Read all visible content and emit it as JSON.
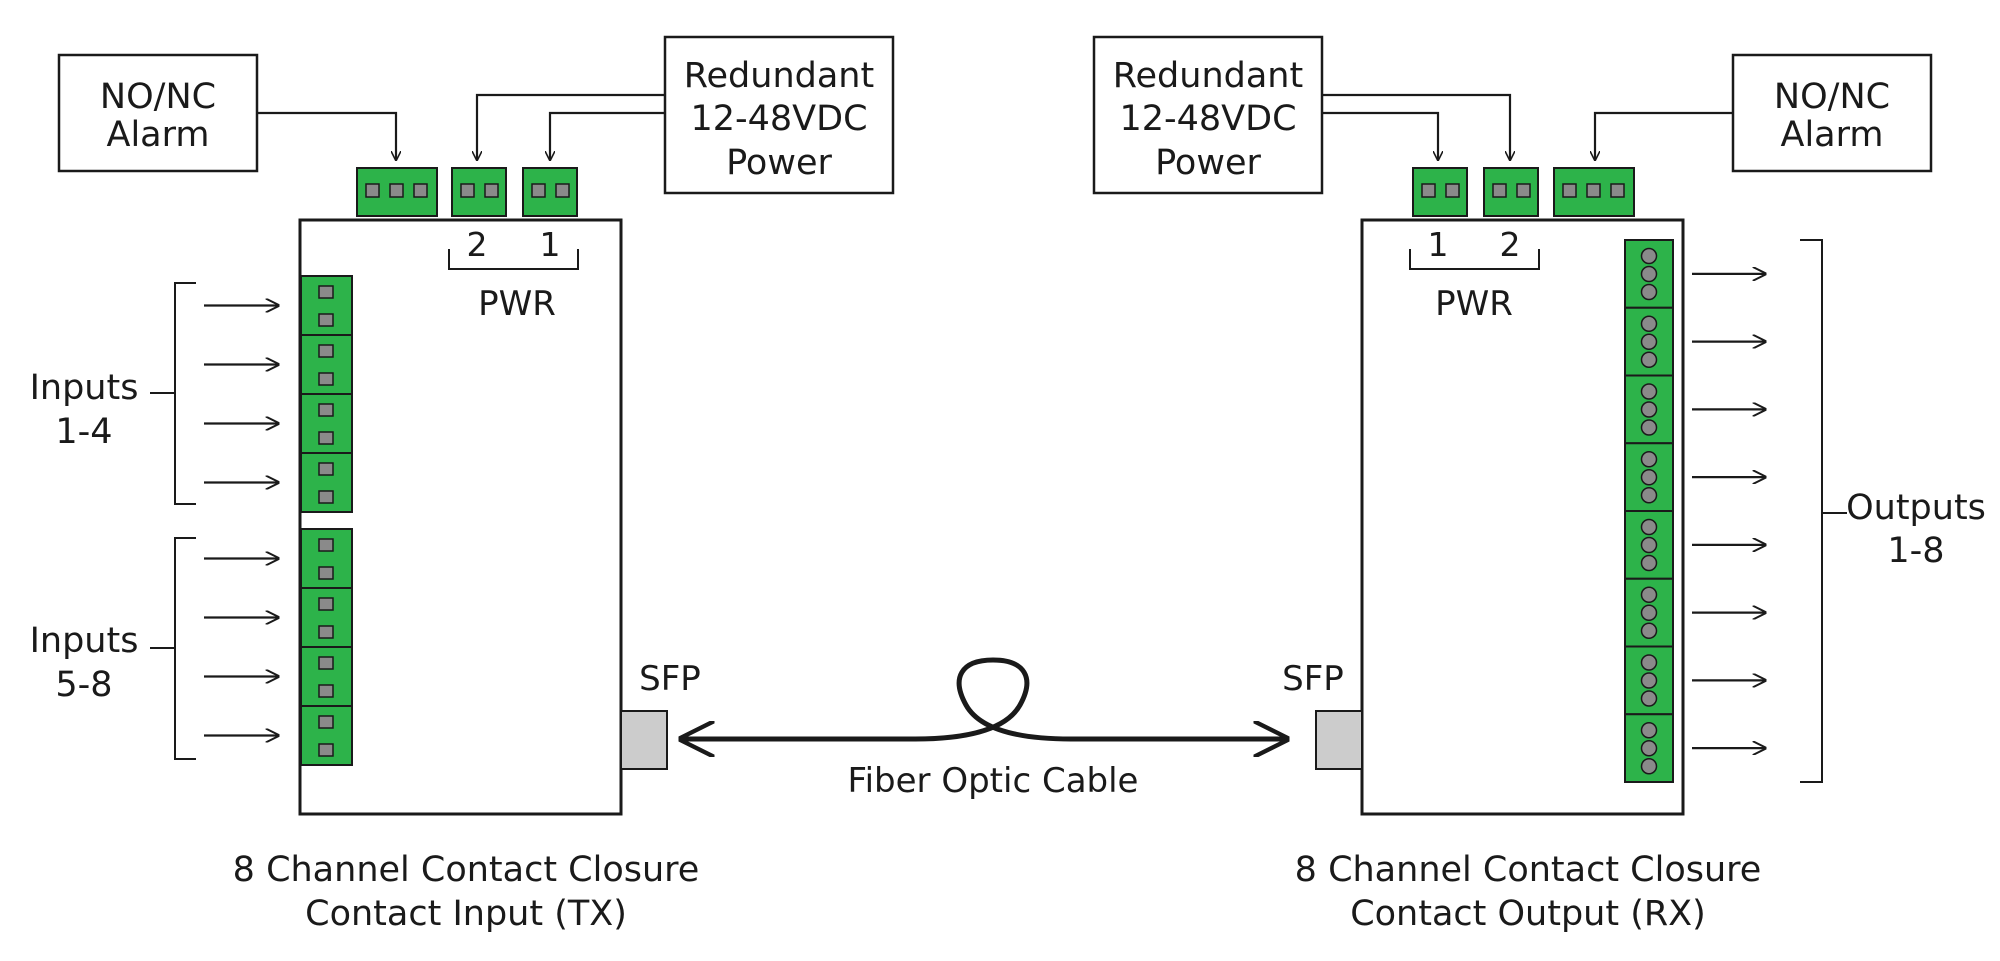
{
  "tx": {
    "alarm_box": {
      "line1": "NO/NC",
      "line2": "Alarm"
    },
    "power_box": {
      "line1": "Redundant",
      "line2": "12-48VDC",
      "line3": "Power"
    },
    "pwr_num_a": "2",
    "pwr_num_b": "1",
    "pwr_label": "PWR",
    "inputs_a": {
      "line1": "Inputs",
      "line2": "1-4"
    },
    "inputs_b": {
      "line1": "Inputs",
      "line2": "5-8"
    },
    "sfp_label": "SFP",
    "caption": {
      "line1": "8 Channel Contact Closure",
      "line2": "Contact Input (TX)"
    }
  },
  "rx": {
    "power_box": {
      "line1": "Redundant",
      "line2": "12-48VDC",
      "line3": "Power"
    },
    "alarm_box": {
      "line1": "NO/NC",
      "line2": "Alarm"
    },
    "pwr_num_a": "1",
    "pwr_num_b": "2",
    "pwr_label": "PWR",
    "outputs": {
      "line1": "Outputs",
      "line2": "1-8"
    },
    "sfp_label": "SFP",
    "caption": {
      "line1": "8 Channel Contact Closure",
      "line2": "Contact Output (RX)"
    }
  },
  "cable_label": "Fiber Optic Cable",
  "colors": {
    "terminal_green": "#2db34a",
    "terminal_pin": "#8a8a8a",
    "sfp_gray": "#cccccc",
    "line": "#1a1a1a"
  }
}
